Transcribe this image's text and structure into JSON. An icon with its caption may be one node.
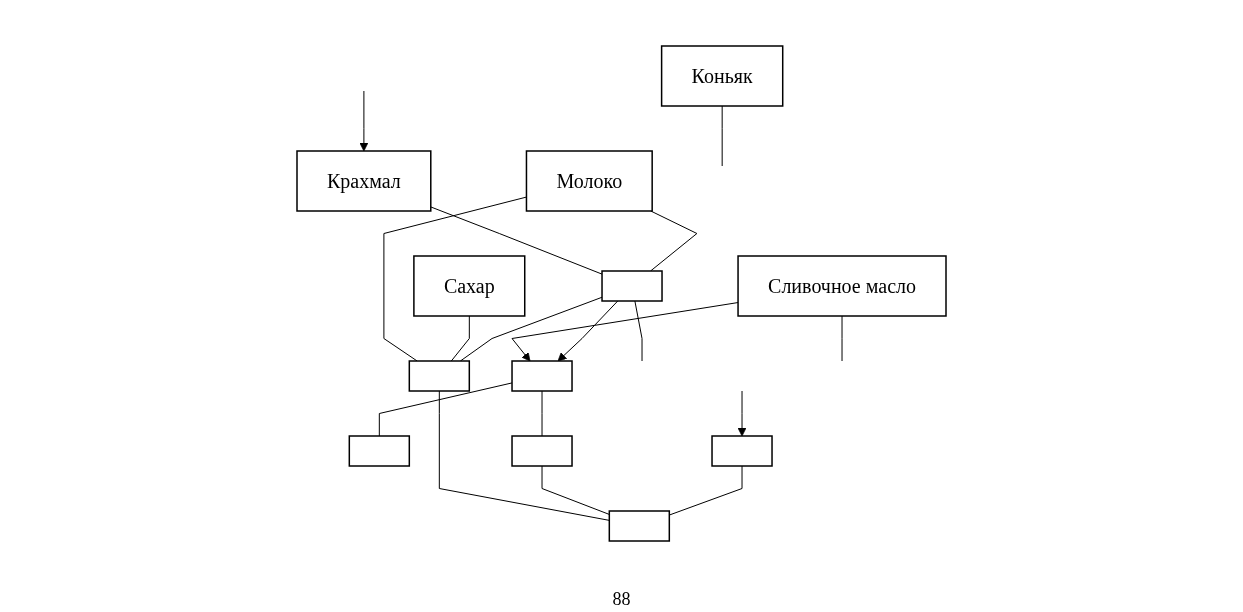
{
  "diagram": {
    "nodes": [
      {
        "text": [
          "Сливочное масло"
        ]
      },
      {
        "text": [
          "Крахмал"
        ]
      },
      {
        "text": [
          "Молоко"
        ]
      },
      {
        "text": [
          "Сахар"
        ]
      },
      {
        "text": [
          "Коньяк"
        ]
      },
      {
        "text": [],
        "shape": "box"
      },
      {
        "text": [],
        "shape": "box"
      },
      {
        "text": [],
        "shape": "box"
      },
      {
        "text": [],
        "shape": "box"
      },
      {
        "text": [],
        "shape": "box"
      },
      {
        "text": [],
        "shape": "box"
      },
      {
        "text": [],
        "shape": "box"
      }
    ],
    "edges": [
      {
        "from": null,
        "to": 1,
        "arrow": "to"
      },
      {
        "from": 1,
        "to": 5,
        "arrow": "none"
      },
      {
        "from": 2,
        "to": 5,
        "arrow": "none"
      },
      {
        "from": 2,
        "to": 6,
        "arrow": "none"
      },
      {
        "from": 3,
        "to": 6,
        "arrow": "none"
      },
      {
        "from": 5,
        "to": 6,
        "arrow": "none"
      },
      {
        "from": 0,
        "to": 8,
        "arrow": "to"
      },
      {
        "from": 5,
        "to": 8,
        "arrow": "to"
      },
      {
        "from": 5,
        "to": null,
        "arrow": "none"
      },
      {
        "from": 8,
        "to": 9,
        "arrow": "none"
      },
      {
        "from": null,
        "to": 10,
        "arrow": "to"
      },
      {
        "from": 6,
        "to": 11,
        "arrow": "none"
      },
      {
        "from": 9,
        "to": 11,
        "arrow": "none"
      },
      {
        "from": 10,
        "to": 11,
        "arrow": "none"
      },
      {
        "from": 0,
        "to": null,
        "arrow": "none"
      },
      {
        "from": 4,
        "to": null,
        "arrow": "none"
      },
      {
        "from": 8,
        "to": 7,
        "arrow": "none"
      }
    ],
    "labels": [
      "88"
    ]
  }
}
